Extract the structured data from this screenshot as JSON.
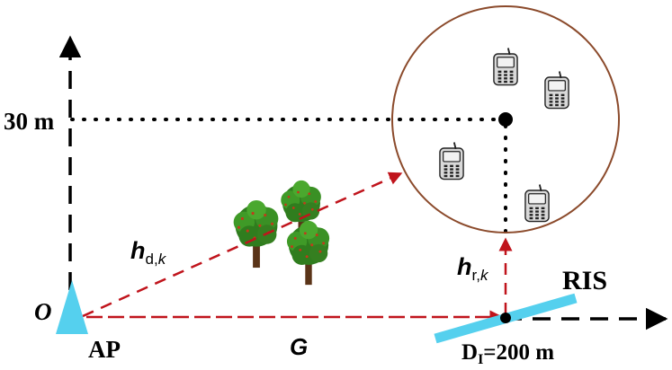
{
  "labels": {
    "origin": "O",
    "height_tick": "30 m",
    "ap": "AP",
    "channel_g": "G",
    "ris": "RIS",
    "distance": "D",
    "distance_sub": "I",
    "distance_value": "=200 m",
    "hd_main": "h",
    "hd_sub": "d,",
    "hd_k": "k",
    "hr_main": "h",
    "hr_sub": "r,",
    "hr_k": "k"
  },
  "colors": {
    "axis": "#000000",
    "channel_arrow": "#c0141c",
    "ris_panel": "#55d0ee",
    "ap_triangle": "#55d0ee",
    "user_circle": "#8b4a2b"
  },
  "icons": {
    "user_devices": [
      "phone-icon",
      "phone-icon",
      "phone-icon",
      "phone-icon"
    ],
    "obstacles": [
      "tree-icon",
      "tree-icon",
      "tree-icon"
    ]
  }
}
